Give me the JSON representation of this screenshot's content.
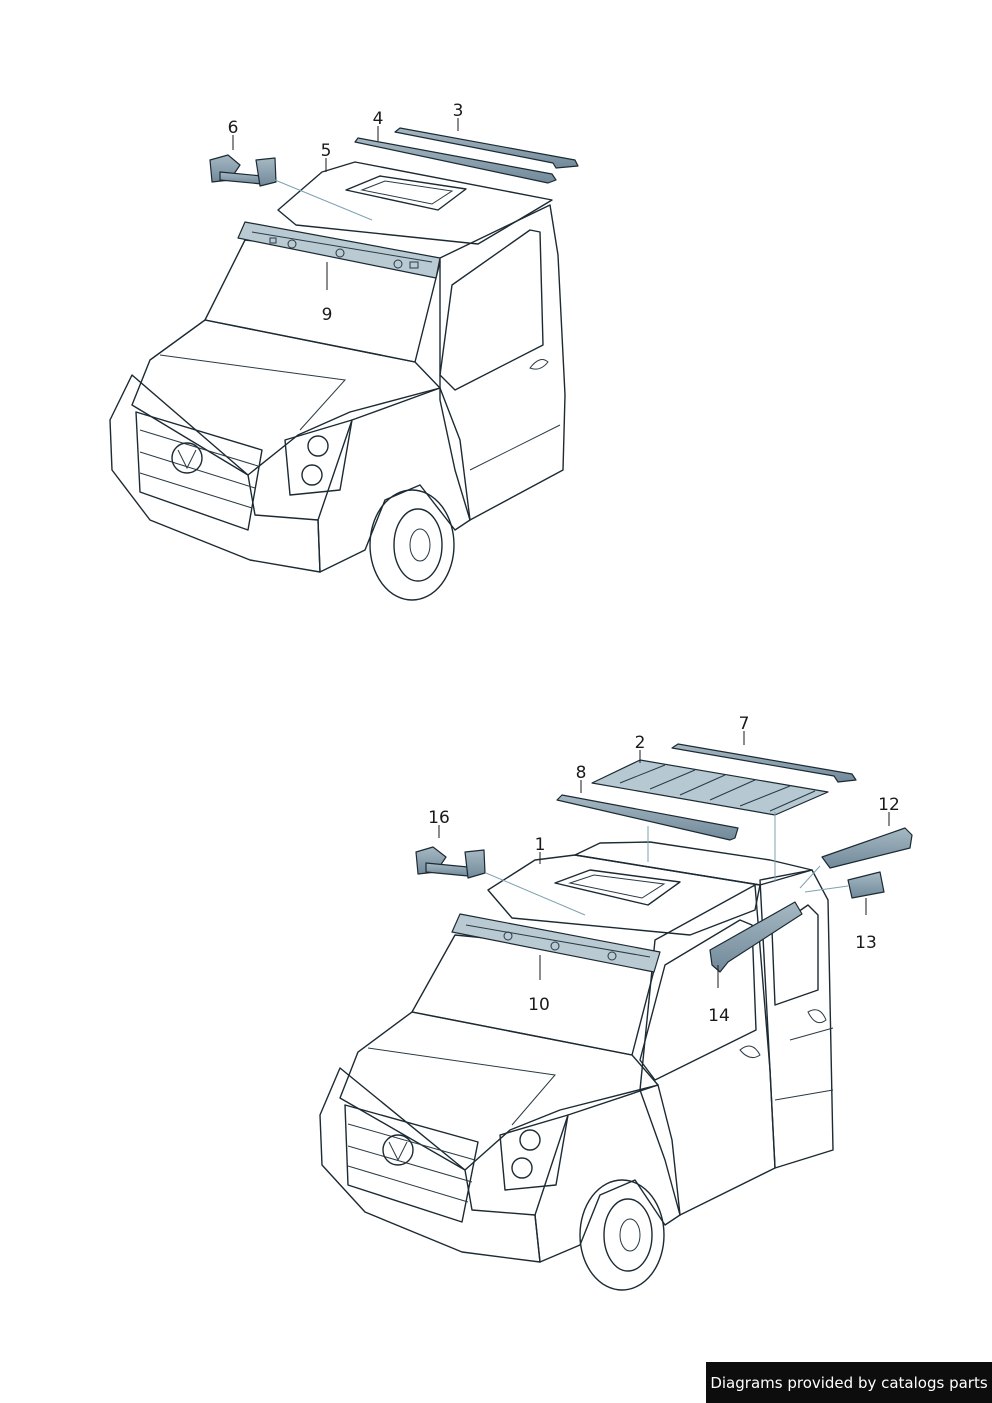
{
  "diagram": {
    "vehicle_top": {
      "callouts": [
        {
          "id": "c3",
          "label": "3"
        },
        {
          "id": "c4",
          "label": "4"
        },
        {
          "id": "c5",
          "label": "5"
        },
        {
          "id": "c6",
          "label": "6"
        },
        {
          "id": "c9",
          "label": "9"
        }
      ]
    },
    "vehicle_bottom": {
      "callouts": [
        {
          "id": "c1",
          "label": "1"
        },
        {
          "id": "c2",
          "label": "2"
        },
        {
          "id": "c7",
          "label": "7"
        },
        {
          "id": "c8",
          "label": "8"
        },
        {
          "id": "c10",
          "label": "10"
        },
        {
          "id": "c12",
          "label": "12"
        },
        {
          "id": "c13",
          "label": "13"
        },
        {
          "id": "c14",
          "label": "14"
        },
        {
          "id": "c16",
          "label": "16"
        }
      ]
    },
    "colors": {
      "body_light": "#dbe7ee",
      "body_mid": "#c4d5df",
      "glass": "#aac0cc",
      "part_dark": "#7f96a3",
      "outline": "#1c2a33"
    }
  },
  "footer": {
    "credit": "Diagrams provided by catalogs parts"
  }
}
